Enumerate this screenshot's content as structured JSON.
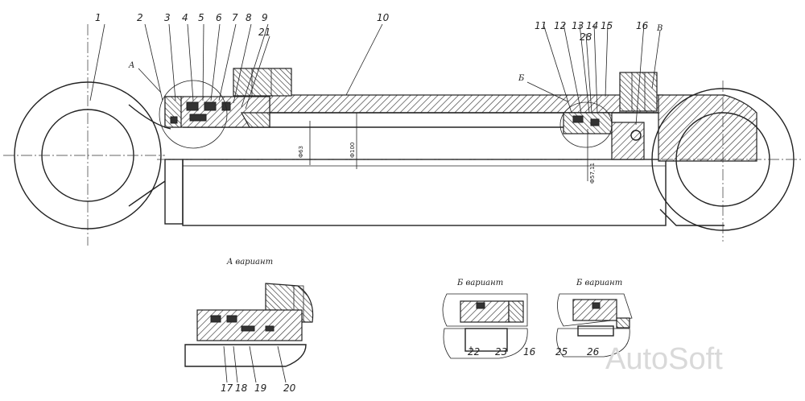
{
  "callouts": [
    "1",
    "2",
    "3",
    "4",
    "5",
    "6",
    "7",
    "8",
    "9",
    "21",
    "10",
    "11",
    "12",
    "13",
    "14",
    "15",
    "16",
    "28"
  ],
  "section_letters": {
    "a": "A",
    "b": "Б",
    "v": "В"
  },
  "dimensions": {
    "rod_dia": "Ф63",
    "bore_dia": "Ф100",
    "piston_dia": "Ф57,11"
  },
  "detail_a": {
    "title": "A вариант",
    "callouts": [
      "17",
      "18",
      "19",
      "20"
    ]
  },
  "detail_b1": {
    "title": "Б вариант",
    "callouts": [
      "22",
      "23",
      "16"
    ]
  },
  "detail_b2": {
    "title": "Б вариант",
    "callouts": [
      "25",
      "26"
    ]
  },
  "watermark": "AutoSoft"
}
